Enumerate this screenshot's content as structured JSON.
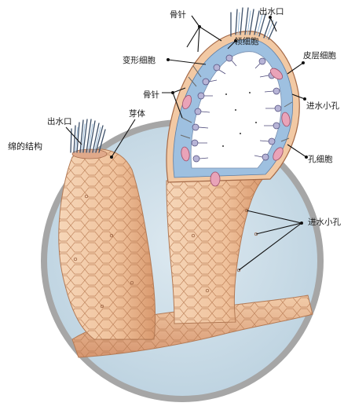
{
  "title": "绵的结构",
  "labels": {
    "left_osculum": "出水口",
    "bud": "芽体",
    "spicule_top": "骨针",
    "collar_cell": "领细胞",
    "top_osculum": "出水口",
    "amoebocyte": "变形细胞",
    "pinacocyte": "皮层细胞",
    "spicule_mid": "骨针",
    "incurrent_pore_top": "进水小孔",
    "porocyte": "孔细胞",
    "incurrent_pores": "进水小孔"
  },
  "colors": {
    "background_disc": "#c9dbe6",
    "disc_rim": "#9a9a9a",
    "body_wall": "#f2c9a4",
    "body_shadow": "#d99b72",
    "mesohyl": "#9ec0e0",
    "pinacocyte": "#e9a3b8",
    "collar_cell": "#b7b4d6"
  }
}
